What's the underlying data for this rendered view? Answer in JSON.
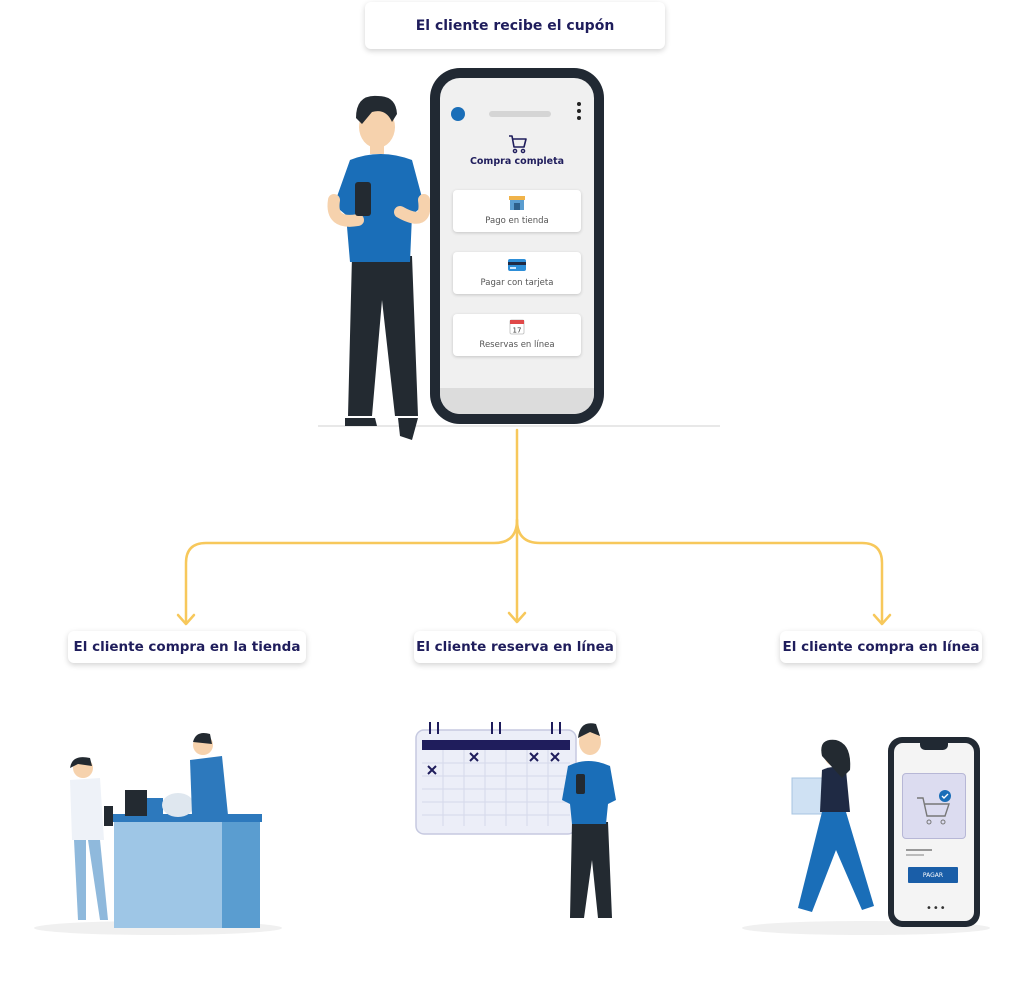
{
  "top": {
    "title": "El cliente recibe el cupón"
  },
  "phone": {
    "screen_title": "Compra completa",
    "options": [
      {
        "label": "Pago en tienda",
        "icon": "store-icon"
      },
      {
        "label": "Pagar con tarjeta",
        "icon": "credit-card-icon"
      },
      {
        "label": "Reservas en línea",
        "icon": "calendar-icon"
      }
    ],
    "calendar_day": "17"
  },
  "branches": {
    "left": "El cliente compra en la tienda",
    "middle": "El cliente reserva en línea",
    "right": "El cliente compra en línea"
  },
  "small_phone": {
    "pay_label": "PAGAR",
    "dots": "•••"
  },
  "colors": {
    "accent": "#1a6eb8",
    "connector": "#f7c85b",
    "title_text": "#1f1d5c",
    "phone_frame": "#212933"
  }
}
